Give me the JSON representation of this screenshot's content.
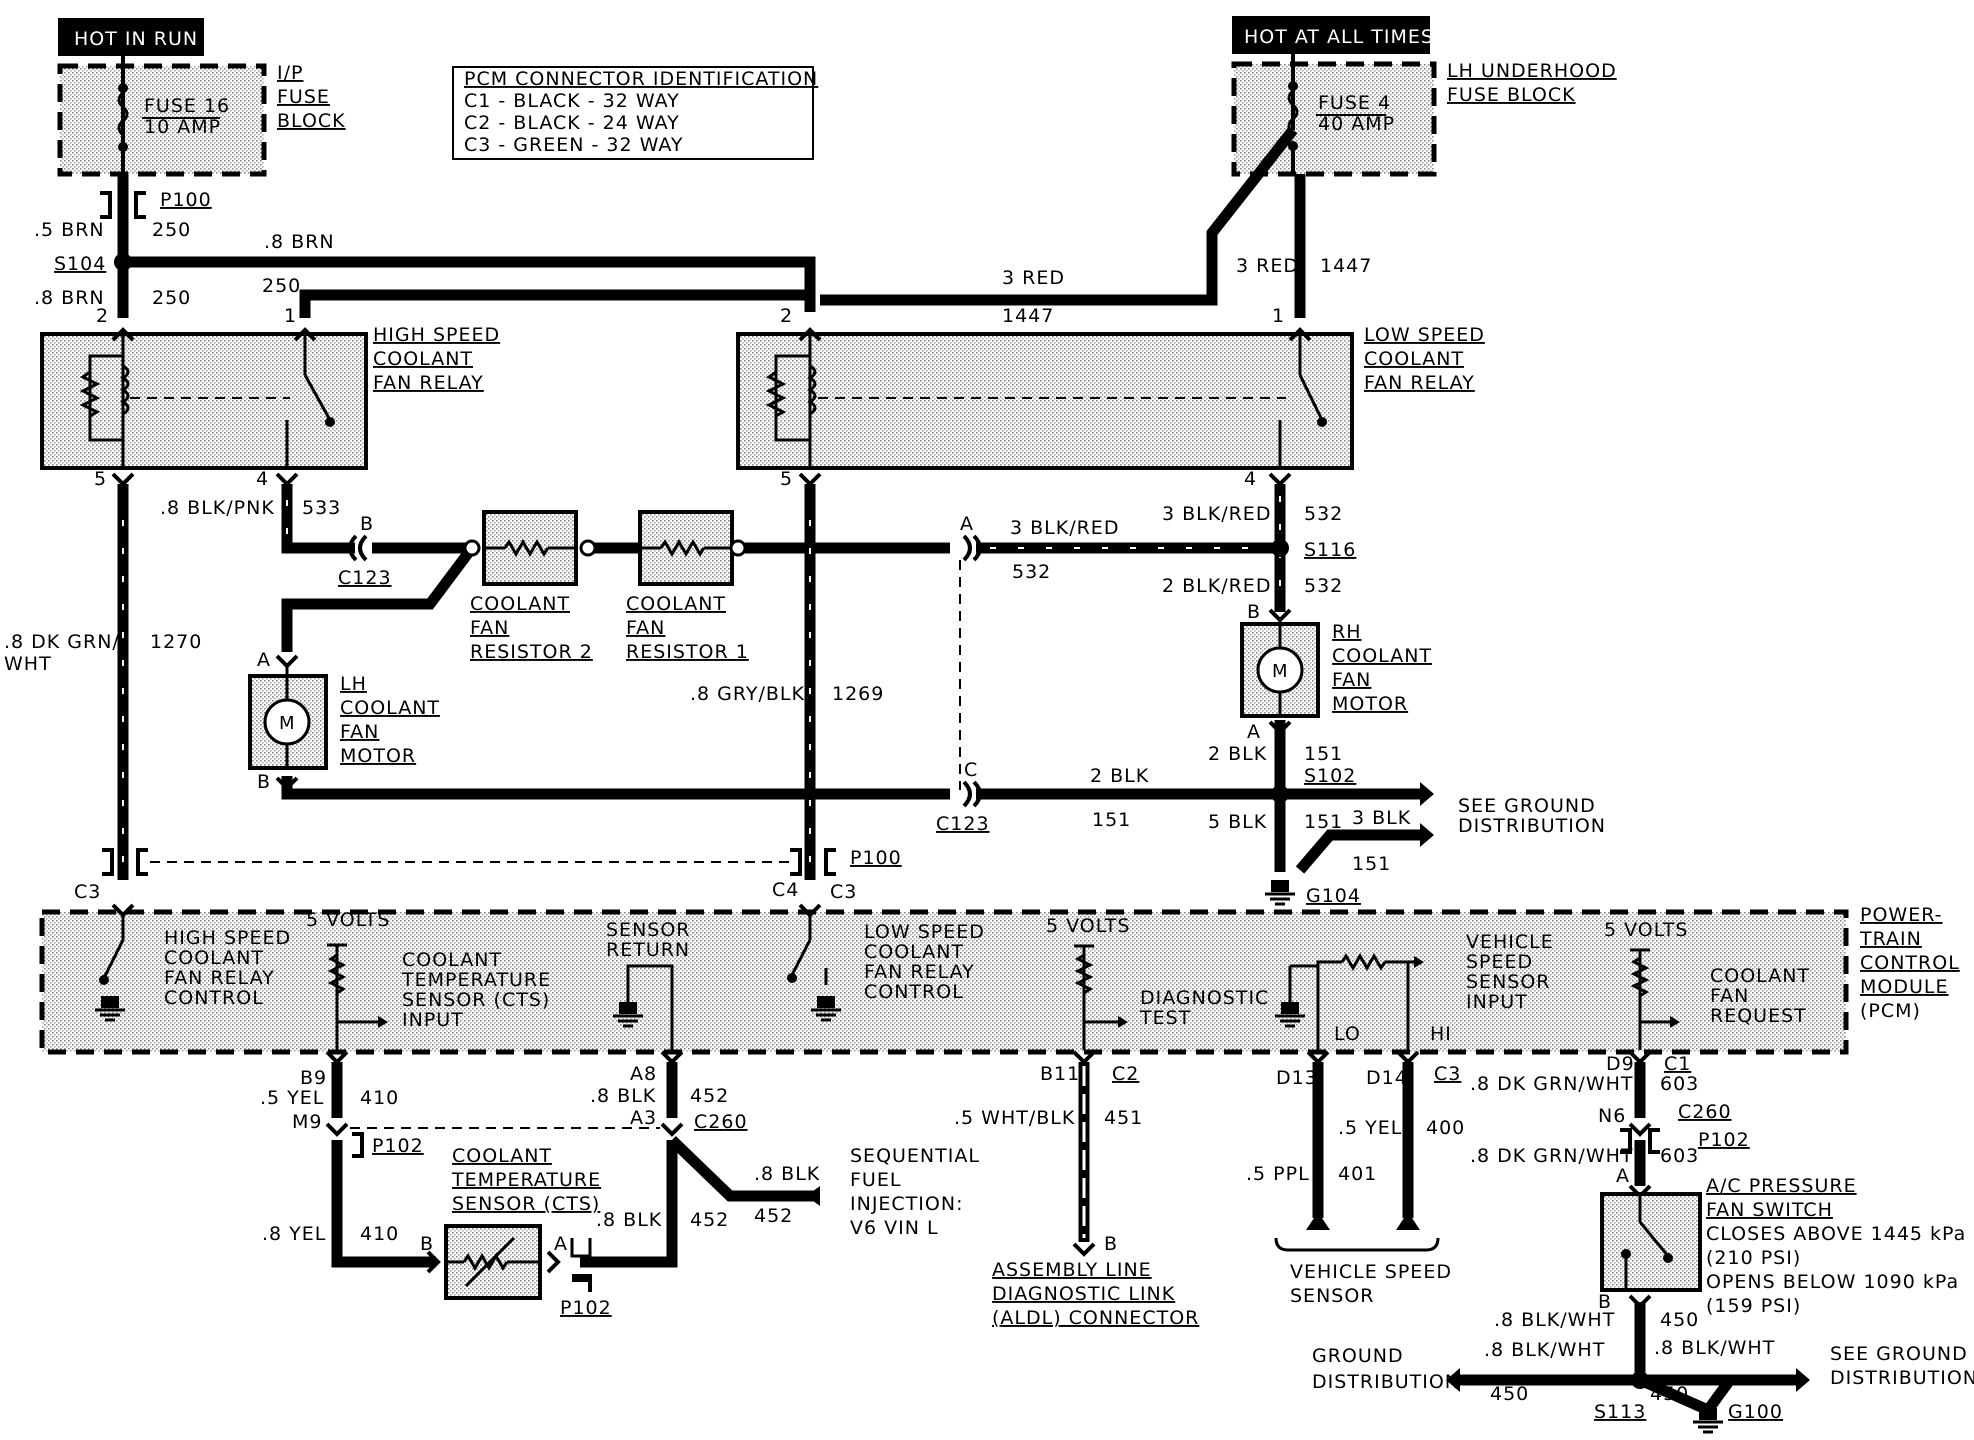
{
  "headers": {
    "hot_in_run": "HOT IN RUN",
    "hot_at_all_times": "HOT AT ALL TIMES"
  },
  "pcm_connector_id": {
    "title": "PCM CONNECTOR IDENTIFICATION",
    "c1": "C1 - BLACK - 32 WAY",
    "c2": "C2 - BLACK - 24 WAY",
    "c3": "C3 - GREEN - 32 WAY"
  },
  "ip_fuse_block": {
    "line1": "I/P",
    "line2": "FUSE",
    "line3": "BLOCK",
    "fuse_name": "FUSE 16",
    "fuse_rating": "10 AMP"
  },
  "lh_fuse_block": {
    "line1": "LH UNDERHOOD",
    "line2": "FUSE BLOCK",
    "fuse_name": "FUSE 4",
    "fuse_rating": "40 AMP"
  },
  "high_relay": {
    "line1": "HIGH SPEED",
    "line2": "COOLANT",
    "line3": "FAN RELAY"
  },
  "low_relay": {
    "line1": "LOW SPEED",
    "line2": "COOLANT",
    "line3": "FAN RELAY"
  },
  "resistor2": {
    "line1": "COOLANT",
    "line2": "FAN",
    "line3": "RESISTOR 2"
  },
  "resistor1": {
    "line1": "COOLANT",
    "line2": "FAN",
    "line3": "RESISTOR 1"
  },
  "lh_motor": {
    "line1": "LH",
    "line2": "COOLANT",
    "line3": "FAN",
    "line4": "MOTOR"
  },
  "rh_motor": {
    "line1": "RH",
    "line2": "COOLANT",
    "line3": "FAN",
    "line4": "MOTOR"
  },
  "pcm": {
    "line1": "POWER-",
    "line2": "TRAIN",
    "line3": "CONTROL",
    "line4": "MODULE",
    "line5": "(PCM)",
    "five_volts": "5 VOLTS",
    "high_ctrl": [
      "HIGH SPEED",
      "COOLANT",
      "FAN RELAY",
      "CONTROL"
    ],
    "cts_input": [
      "COOLANT",
      "TEMPERATURE",
      "SENSOR (CTS)",
      "INPUT"
    ],
    "sensor_return": [
      "SENSOR",
      "RETURN"
    ],
    "low_ctrl": [
      "LOW SPEED",
      "COOLANT",
      "FAN RELAY",
      "CONTROL"
    ],
    "diag_test": [
      "DIAGNOSTIC",
      "TEST"
    ],
    "vss_input": [
      "VEHICLE",
      "SPEED",
      "SENSOR",
      "INPUT"
    ],
    "fan_request": [
      "COOLANT",
      "FAN",
      "REQUEST"
    ],
    "lo": "LO",
    "hi": "HI"
  },
  "cts": {
    "line1": "COOLANT",
    "line2": "TEMPERATURE",
    "line3": "SENSOR (CTS)"
  },
  "sfi": {
    "line1": "SEQUENTIAL",
    "line2": "FUEL",
    "line3": "INJECTION:",
    "line4": "V6 VIN L"
  },
  "aldl": {
    "line1": "ASSEMBLY LINE",
    "line2": "DIAGNOSTIC LINK",
    "line3": "(ALDL) CONNECTOR"
  },
  "vss": {
    "line1": "VEHICLE SPEED",
    "line2": "SENSOR"
  },
  "ac_switch": {
    "line1": "A/C PRESSURE",
    "line2": "FAN SWITCH",
    "line3": "CLOSES ABOVE 1445 kPa",
    "line4": "(210 PSI)",
    "line5": "OPENS BELOW 1090 kPa",
    "line6": "(159 PSI)"
  },
  "see_ground": {
    "line1": "SEE GROUND",
    "line2": "DISTRIBUTION"
  },
  "ground_distribution": {
    "line1": "GROUND",
    "line2": "DISTRIBUTION"
  },
  "wire_labels": {
    "w_5brn": ".5 BRN",
    "w_8brn": ".8 BRN",
    "w_8brn_b": ".8 BRN",
    "c250a": "250",
    "c250b": "250",
    "c250c": "250",
    "w_3red": "3 RED",
    "w_3red_b": "3 RED",
    "c1447a": "1447",
    "c1447b": "1447",
    "w_8blkpnk": ".8 BLK/PNK",
    "c533": "533",
    "w_3blkred": "3 BLK/RED",
    "w_3blkred_b": "3 BLK/RED",
    "c532a": "532",
    "c532b": "532",
    "w_2blkred": "2 BLK/RED",
    "c532c": "532",
    "w_8dkgrn": ".8 DK GRN/",
    "w_8dkgrn_2": "WHT",
    "c1270": "1270",
    "w_8grybl": ".8 GRY/BLK",
    "c1269": "1269",
    "w_2blk": "2 BLK",
    "w_2blk_b": "2 BLK",
    "c151a": "151",
    "c151b": "151",
    "w_5blk": "5 BLK",
    "c151c": "151",
    "w_3blk": "3 BLK",
    "c151d": "151",
    "w_5yel": ".5 YEL",
    "c410a": "410",
    "w_8yel": ".8 YEL",
    "c410b": "410",
    "w_8blk_a": ".8 BLK",
    "c452a": "452",
    "w_8blk_b": ".8 BLK",
    "c452b": "452",
    "w_8blk_c": ".8 BLK",
    "c452c": "452",
    "w_5whtblk": ".5 WHT/BLK",
    "c451": "451",
    "w_5yel_b": ".5 YEL",
    "c400": "400",
    "w_5ppl": ".5 PPL",
    "c401": "401",
    "w_8dkgrnwht_a": ".8 DK GRN/WHT",
    "c603a": "603",
    "w_8dkgrnwht_b": ".8 DK GRN/WHT",
    "c603b": "603",
    "w_8blkwht_a": ".8 BLK/WHT",
    "c450a": "450",
    "w_8blkwht_b": ".8 BLK/WHT",
    "c450b": "450",
    "w_8blkwht_c": ".8 BLK/WHT",
    "c450c": "450"
  },
  "connectors": {
    "p100a": "P100",
    "p100b": "P100",
    "s104": "S104",
    "s116": "S116",
    "s102": "S102",
    "s113": "S113",
    "g104": "G104",
    "g100": "G100",
    "c123a": "C123",
    "c123b": "C123",
    "c3a": "C3",
    "c4": "C4",
    "c3b": "C3",
    "c2": "C2",
    "c3c": "C3",
    "c1": "C1",
    "c260a": "C260",
    "c260b": "C260",
    "p102a": "P102",
    "p102b": "P102",
    "p102c": "P102",
    "b9": "B9",
    "m9": "M9",
    "a8": "A8",
    "a3": "A3",
    "b11": "B11",
    "d13": "D13",
    "d14": "D14",
    "d9": "D9",
    "n6": "N6",
    "pin2a": "2",
    "pin1a": "1",
    "pin2b": "2",
    "pin1b": "1",
    "pin5a": "5",
    "pin4a": "4",
    "pin5b": "5",
    "pin4b": "4",
    "pinB1": "B",
    "pinA1": "A",
    "pinC1": "C",
    "pinA2": "A",
    "pinB2": "B",
    "pinB3": "B",
    "pinA3": "A",
    "pinB4": "B",
    "pinA4": "A",
    "pinB5": "B",
    "pinA5": "A",
    "pinB6": "B"
  }
}
